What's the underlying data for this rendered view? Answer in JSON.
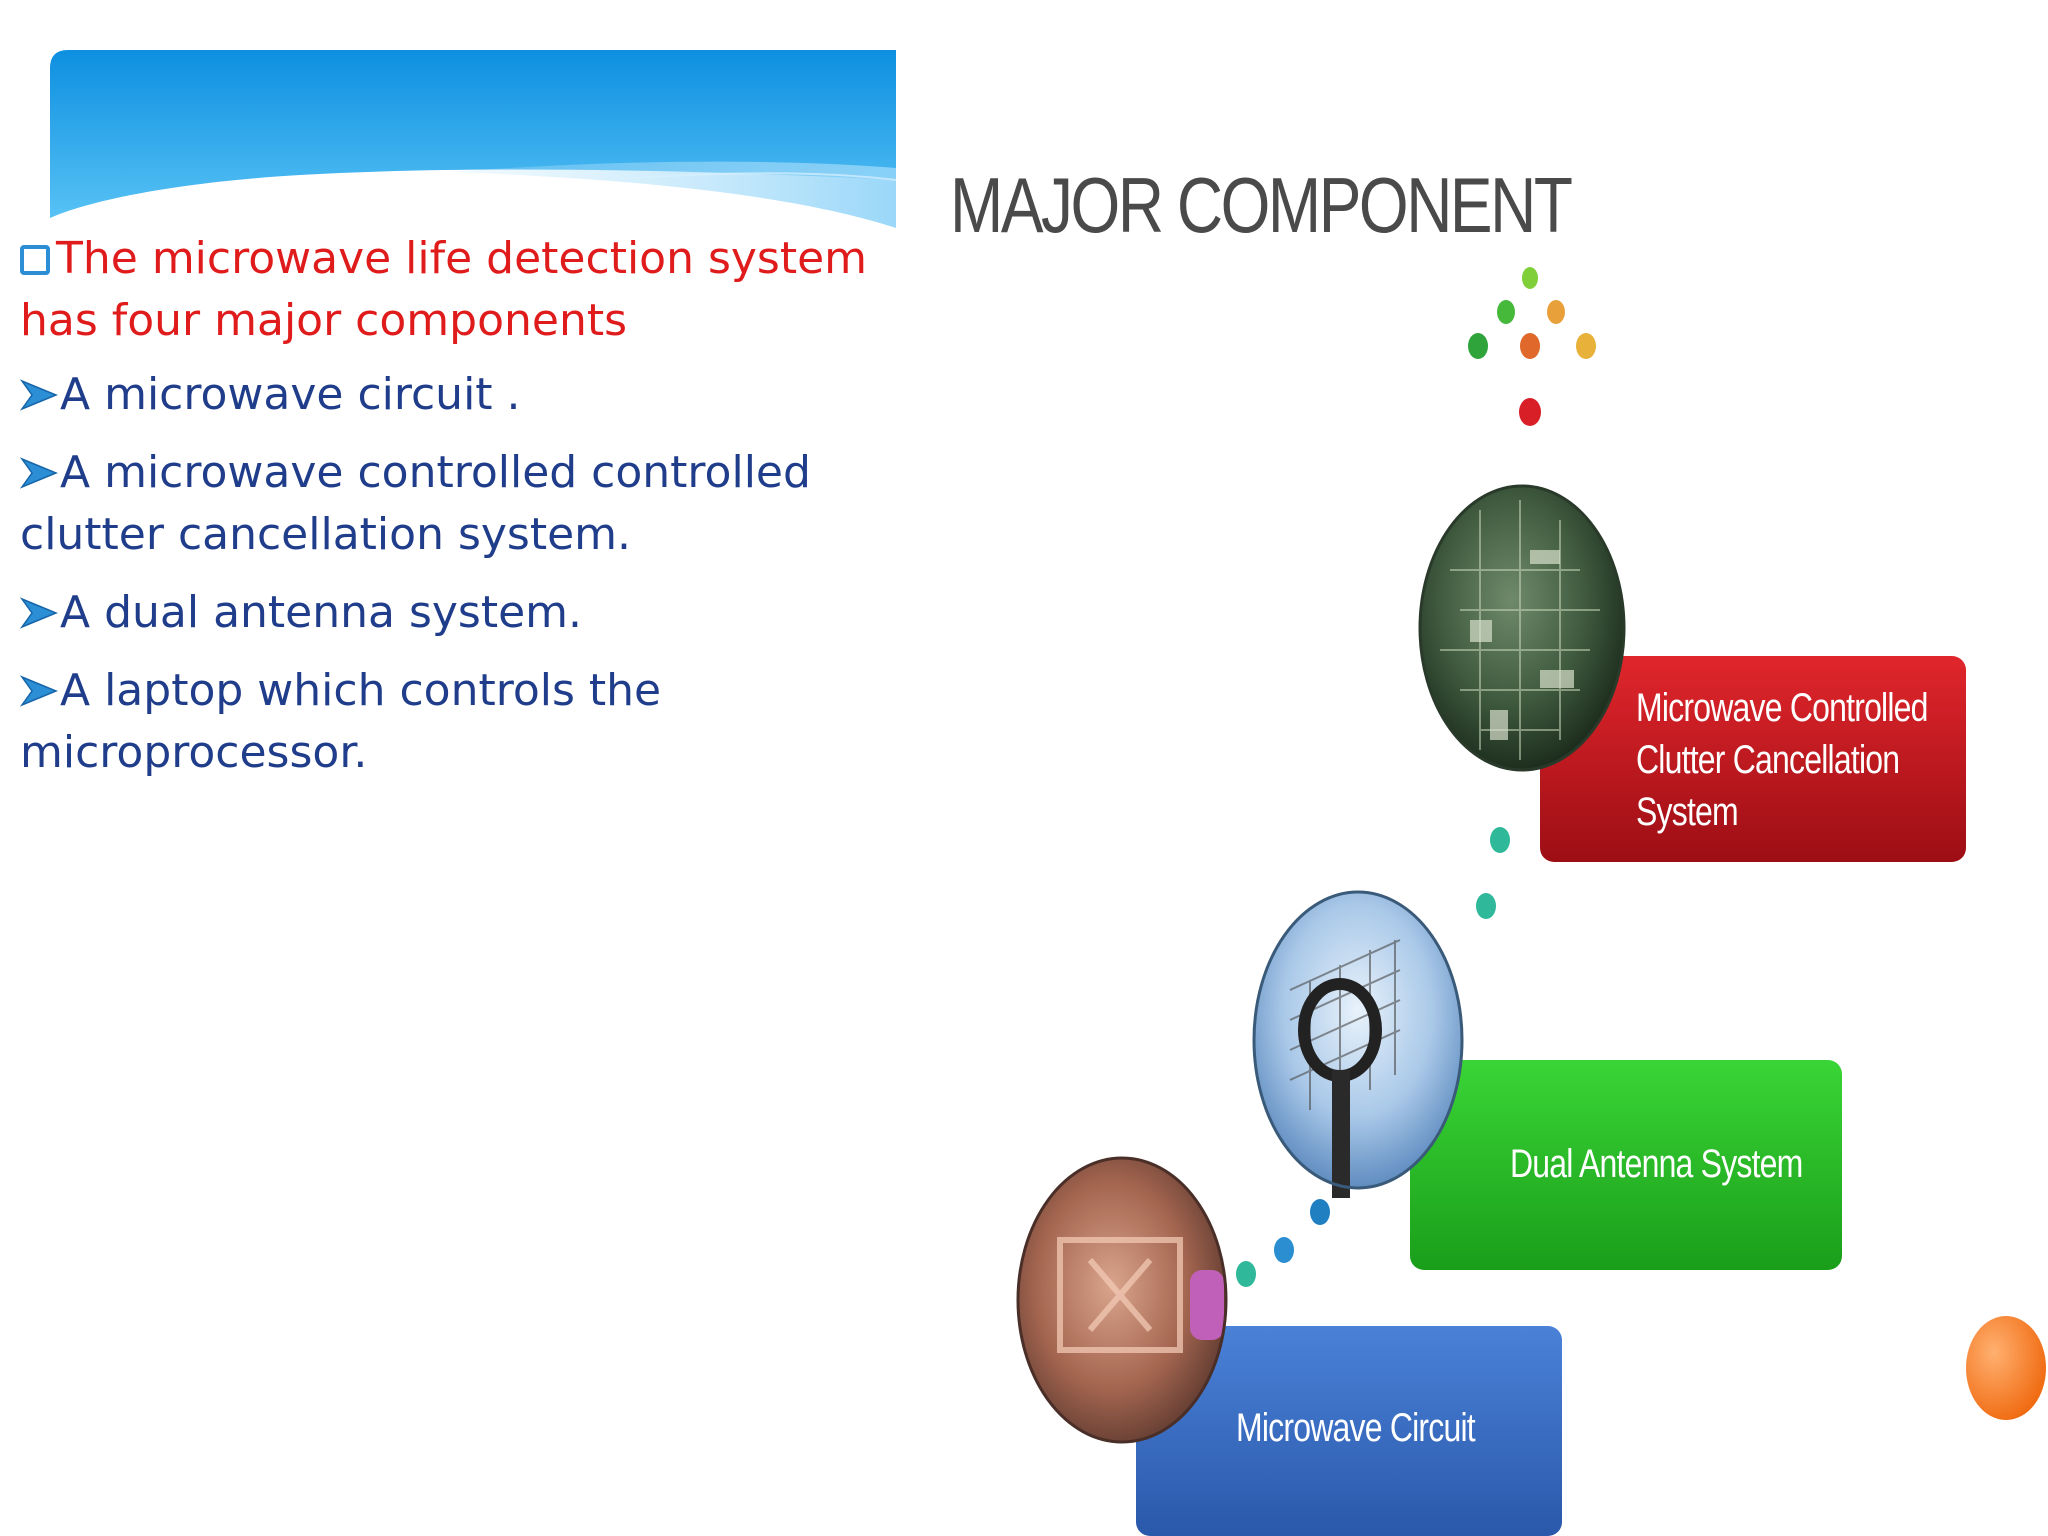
{
  "slide": {
    "intro_text": "The microwave life detection system has four major components",
    "bullets": [
      "A microwave circuit .",
      "A microwave controlled controlled clutter cancellation system.",
      "A dual antenna system.",
      "A laptop which controls the microprocessor."
    ]
  },
  "figure": {
    "title": "MAJOR COMPONENT",
    "components": [
      {
        "label_lines": [
          "Microwave Controlled",
          "Clutter Cancellation",
          "System"
        ],
        "color": "#c3121a"
      },
      {
        "label_lines": [
          "Dual Antenna System"
        ],
        "color": "#2cc12a"
      },
      {
        "label_lines": [
          "Microwave Circuit"
        ],
        "color": "#3d6fc8"
      }
    ]
  },
  "colors": {
    "intro_text": "#e01b1b",
    "body_text": "#1f3d8a",
    "bullet_accent": "#2c8fd6",
    "banner_blue": "#1e9be6"
  },
  "icons": {
    "intro_bullet": "hollow-square-bullet-icon",
    "list_bullet": "arrow-bullet-icon"
  }
}
